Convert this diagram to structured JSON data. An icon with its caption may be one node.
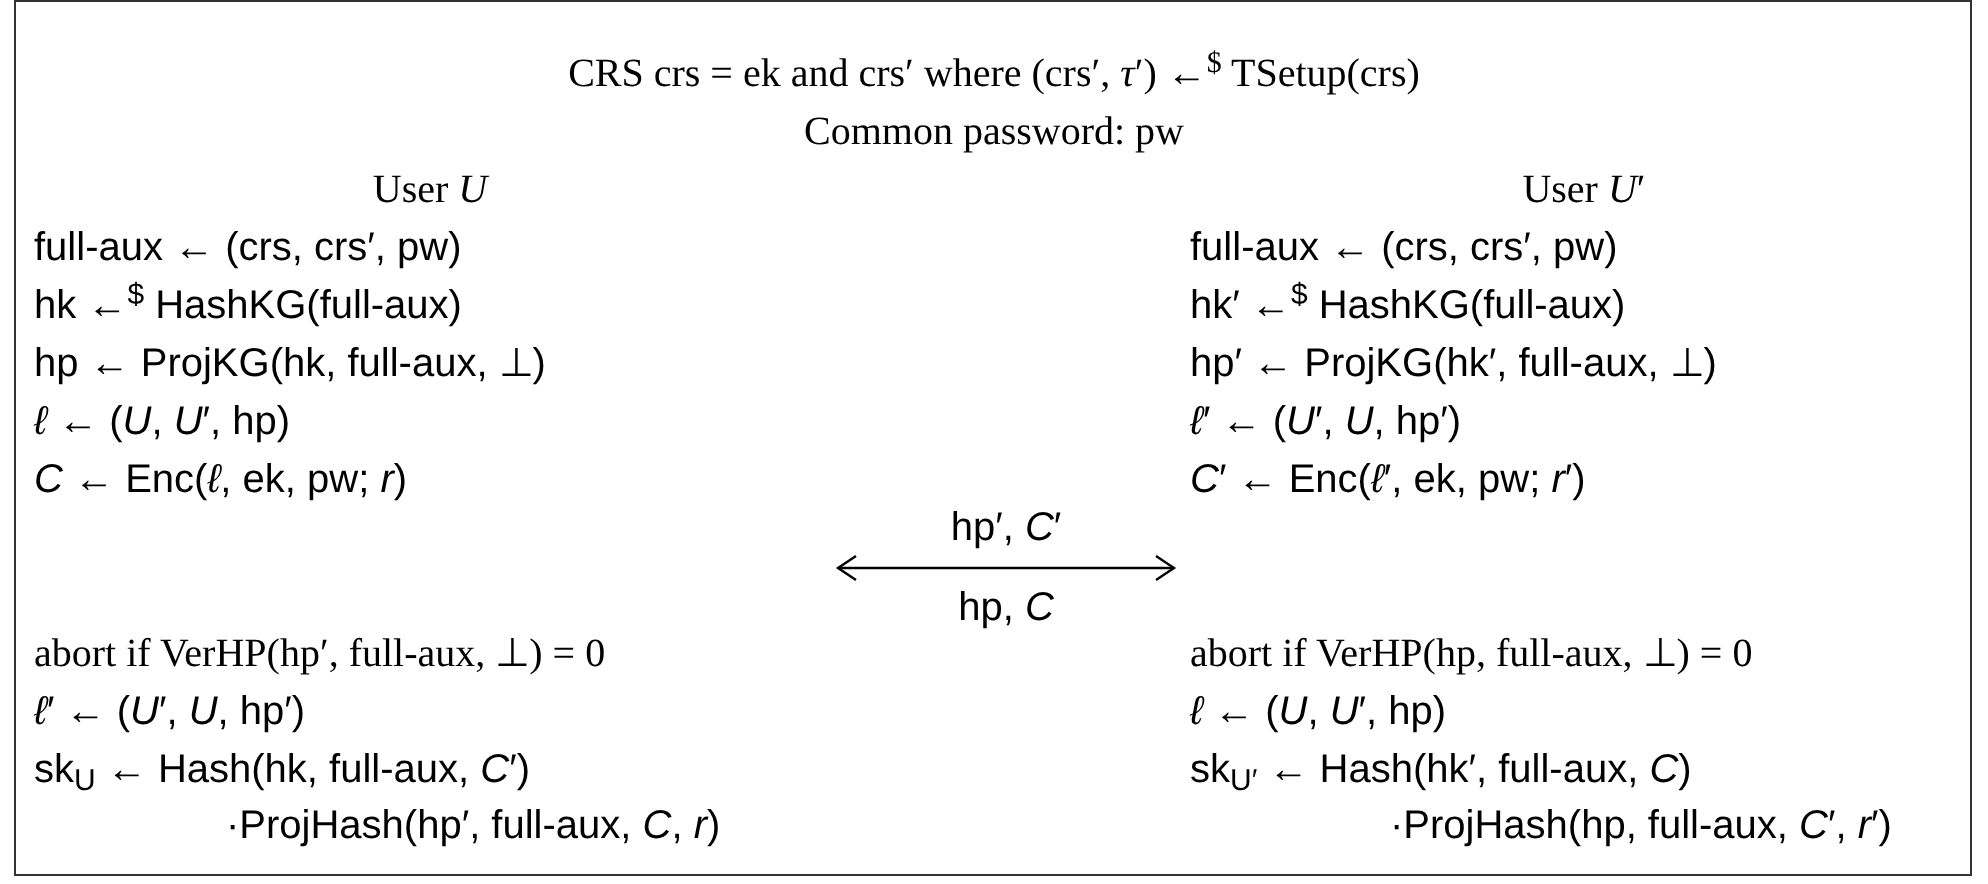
{
  "diagram": {
    "labels": [
      "CRS crs = ek and crs′ where (crs′, *τ*′) ←$^{$}$ TSetup(crs)",
      "Common password: pw",
      "User *U*",
      "User *U*′",
      "full-aux ← (crs, crs′, pw)",
      "full-aux ← (crs, crs′, pw)",
      "hk ←$^{$}$ HashKG(full-aux)",
      "hk′ ←$^{$}$ HashKG(full-aux)",
      "hp ← ProjKG(hk, full-aux, ⊥)",
      "hp′ ← ProjKG(hk′, full-aux, ⊥)",
      "*ℓ* ← (*U*, *U*′, hp)",
      "*ℓ*′ ← (*U*′, *U*, hp′)",
      "*C* ← Enc(*ℓ*, ek, pw; *r*)",
      "*C*′ ← Enc(*ℓ*′, ek, pw; *r*′)",
      "hp′, *C*′",
      "hp, *C*",
      "abort if VerHP(hp′, full-aux, ⊥) = 0",
      "abort if VerHP(hp, full-aux, ⊥) = 0",
      "*ℓ*′ ← (*U*′, *U*, hp′)",
      "*ℓ* ← (*U*, *U*′, hp)",
      "sk$_{U}$ ← Hash(hk, full-aux, *C*′)",
      "sk$_{U′}$ ← Hash(hk′, full-aux, *C*)",
      "·ProjHash(hp′, full-aux, *C*, *r*)",
      "·ProjHash(hp, full-aux, *C*′, *r*′)"
    ]
  }
}
